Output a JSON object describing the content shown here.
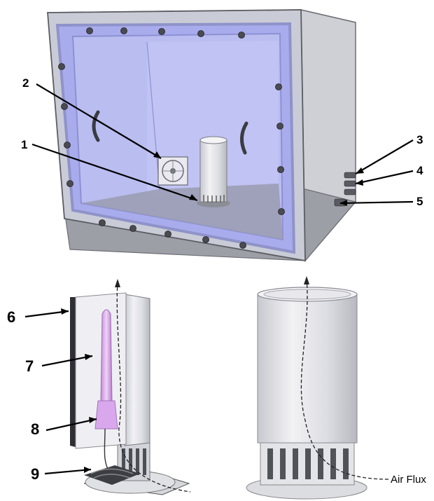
{
  "callouts": [
    {
      "id": "1",
      "text": "1"
    },
    {
      "id": "2",
      "text": "2"
    },
    {
      "id": "3",
      "text": "3"
    },
    {
      "id": "4",
      "text": "4"
    },
    {
      "id": "5",
      "text": "5"
    },
    {
      "id": "6",
      "text": "6"
    },
    {
      "id": "7",
      "text": "7"
    },
    {
      "id": "8",
      "text": "8"
    },
    {
      "id": "9",
      "text": "9"
    }
  ],
  "air_flux_label": "Air Flux",
  "colors": {
    "chamber_glass": "#c9ccd6",
    "chamber_front": "#b9bdf0",
    "frame": "#8f93c9",
    "floor": "#9d9fa6",
    "uv_lamp": "#d9a8ec",
    "cylinder": "#e4e5ea"
  }
}
